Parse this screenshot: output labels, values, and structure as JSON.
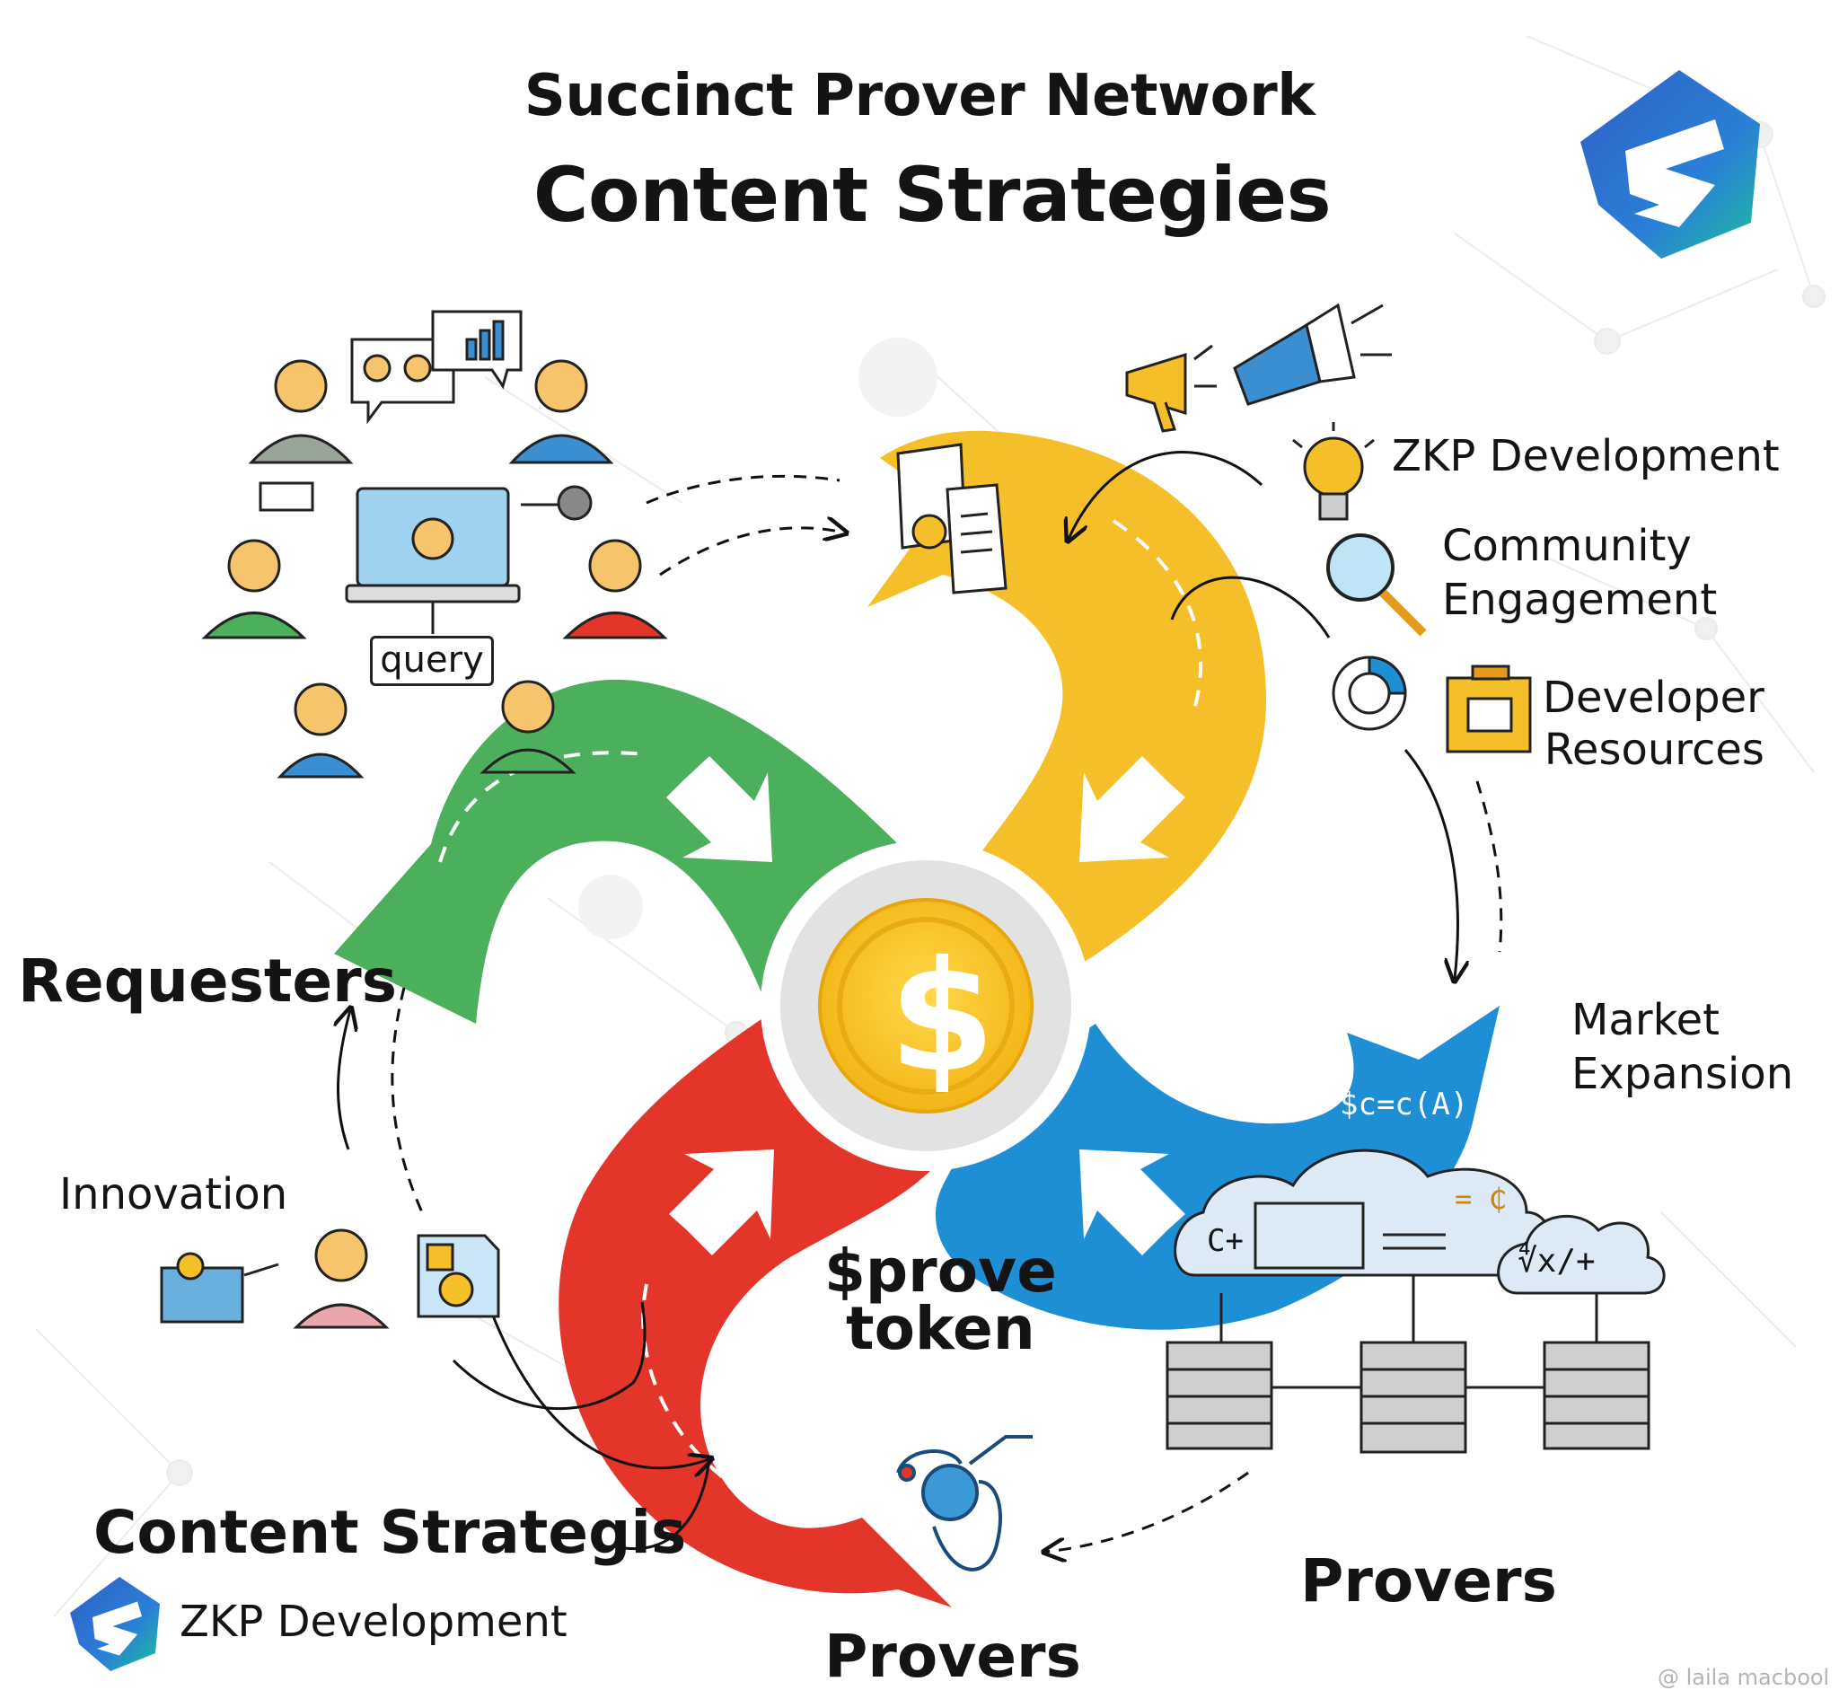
{
  "header": {
    "title": "Succinct Prover Network",
    "subtitle": "Content Strategies"
  },
  "center": {
    "symbol": "$",
    "token_label": "$prove\ntoken"
  },
  "sections": {
    "requesters": "Requesters",
    "zkp": "ZKP Development",
    "community": "Community\nEngagement",
    "developer_resources": "Developer\nResources",
    "market_expansion": "Market\nExpansion",
    "innovation": "Innovation",
    "provers_center": "Provers",
    "provers_right": "Provers",
    "content_strategis": "Content Strategis",
    "footer_brand": "ZKP Development"
  },
  "misc": {
    "query": "query",
    "formula_top": "$c=c(A)",
    "formula_cpp": "C+",
    "formula_ops": "∜x/+",
    "formula_eq": "= ₵",
    "watermark": "@ laila macbool"
  },
  "colors": {
    "green": "#4caf5c",
    "yellow": "#f5bf2a",
    "red": "#e4352b",
    "blue": "#1e8fd5",
    "coin": "#f7c530",
    "logo_blue": "#2f5fc4",
    "logo_teal": "#1dbf9e"
  },
  "icons": [
    "people-icon",
    "chat-chart-icon",
    "laptop-icon",
    "megaphone-icon",
    "lightbulb-icon",
    "magnifier-icon",
    "gauge-icon",
    "toolbox-icon",
    "document-icon",
    "cloud-icon",
    "server-icon",
    "circuit-icon",
    "lock-icon",
    "note-icon",
    "succinct-logo-icon"
  ]
}
